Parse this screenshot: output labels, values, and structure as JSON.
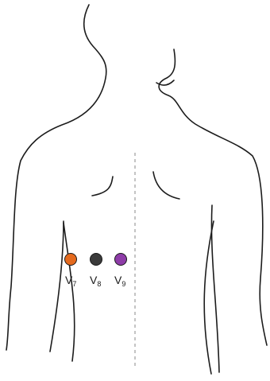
{
  "diagram": {
    "electrodes": [
      {
        "id": "v7",
        "label": "V",
        "subscript": "7",
        "color": "#e46a1e"
      },
      {
        "id": "v8",
        "label": "V",
        "subscript": "8",
        "color": "#3b3b3b"
      },
      {
        "id": "v9",
        "label": "V",
        "subscript": "9",
        "color": "#8e3ca8"
      }
    ]
  }
}
